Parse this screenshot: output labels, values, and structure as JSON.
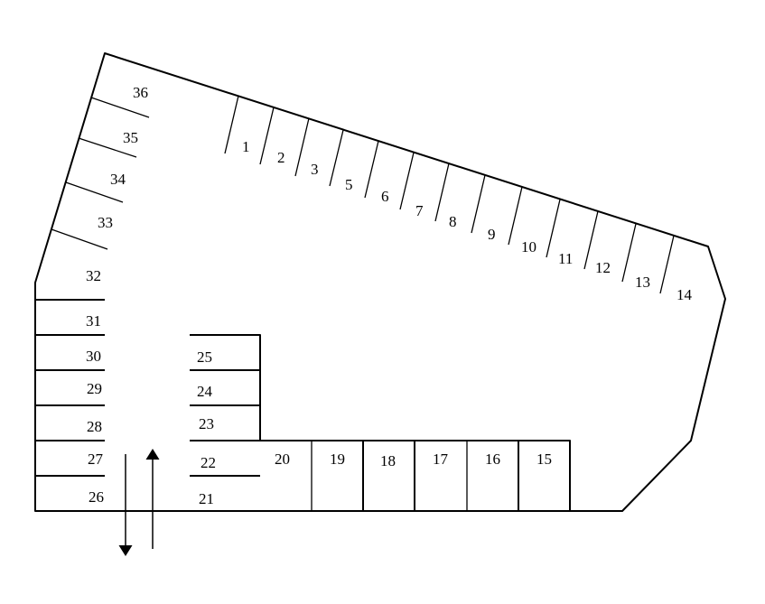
{
  "spaces": [
    {
      "id": "1",
      "label": "1"
    },
    {
      "id": "2",
      "label": "2"
    },
    {
      "id": "3",
      "label": "3"
    },
    {
      "id": "5",
      "label": "5"
    },
    {
      "id": "6",
      "label": "6"
    },
    {
      "id": "7",
      "label": "7"
    },
    {
      "id": "8",
      "label": "8"
    },
    {
      "id": "9",
      "label": "9"
    },
    {
      "id": "10",
      "label": "10"
    },
    {
      "id": "11",
      "label": "11"
    },
    {
      "id": "12",
      "label": "12"
    },
    {
      "id": "13",
      "label": "13"
    },
    {
      "id": "14",
      "label": "14"
    },
    {
      "id": "15",
      "label": "15"
    },
    {
      "id": "16",
      "label": "16"
    },
    {
      "id": "17",
      "label": "17"
    },
    {
      "id": "18",
      "label": "18"
    },
    {
      "id": "19",
      "label": "19"
    },
    {
      "id": "20",
      "label": "20"
    },
    {
      "id": "21",
      "label": "21"
    },
    {
      "id": "22",
      "label": "22"
    },
    {
      "id": "23",
      "label": "23"
    },
    {
      "id": "24",
      "label": "24"
    },
    {
      "id": "25",
      "label": "25"
    },
    {
      "id": "26",
      "label": "26"
    },
    {
      "id": "27",
      "label": "27"
    },
    {
      "id": "28",
      "label": "28"
    },
    {
      "id": "29",
      "label": "29"
    },
    {
      "id": "30",
      "label": "30"
    },
    {
      "id": "31",
      "label": "31"
    },
    {
      "id": "32",
      "label": "32"
    },
    {
      "id": "33",
      "label": "33"
    },
    {
      "id": "34",
      "label": "34"
    },
    {
      "id": "35",
      "label": "35"
    },
    {
      "id": "36",
      "label": "36"
    }
  ],
  "colors": {
    "line": "#000000",
    "background": "#ffffff"
  },
  "arrows": [
    {
      "name": "exit-arrow",
      "direction": "down"
    },
    {
      "name": "entry-arrow",
      "direction": "up"
    }
  ]
}
